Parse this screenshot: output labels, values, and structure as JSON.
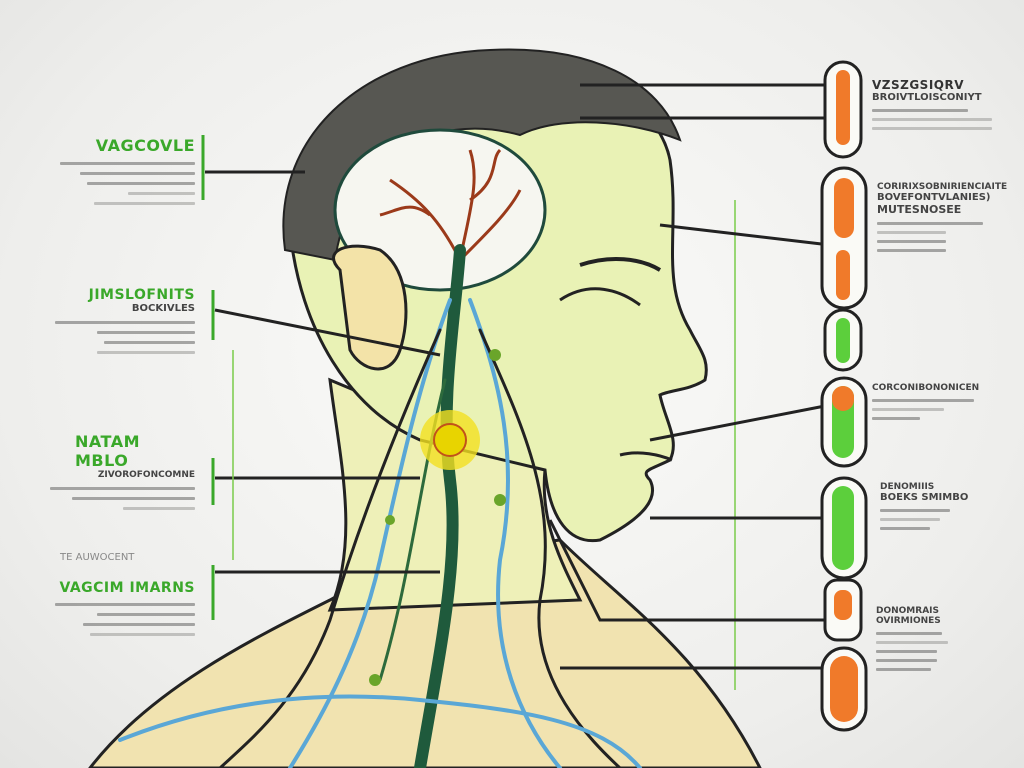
{
  "left_labels": [
    {
      "title": "VAGCOVLE",
      "color": "#3aa82a"
    },
    {
      "title": "JIMSLOFNITS",
      "subtitle": "BOCKIVLES",
      "color": "#3aa82a"
    },
    {
      "title": "NATAM MBLO",
      "subtitle": "ZIVOROFONCOMNE",
      "color": "#3aa82a"
    },
    {
      "title": "TE AUWOCENT",
      "color": "#888888"
    },
    {
      "title": "VAGCIM IMARNS",
      "color": "#3aa82a"
    }
  ],
  "right_labels": [
    {
      "title": "VZSZGSIQRV",
      "subtitle": "BROIVTLOISCONIYT"
    },
    {
      "title": "CORIRIXSOBNIRIENCIAITE",
      "subtitle": "BOVEFONTVLANIES)",
      "extra": "MUTESNOSEE"
    },
    {
      "title": "CORCONIBONONICEN"
    },
    {
      "title": "DENOMIIIS",
      "subtitle": "BOEKS SMIMBO"
    },
    {
      "title": "DONOMRAIS",
      "subtitle": "OVIRMIONES"
    }
  ],
  "colors": {
    "accent_green": "#3aa82a",
    "nerve_dark": "#1f5a3c",
    "nerve_blue": "#5aa7d6",
    "orange": "#f07a2a",
    "skin": "#f4e7b8",
    "hair": "#555550"
  }
}
